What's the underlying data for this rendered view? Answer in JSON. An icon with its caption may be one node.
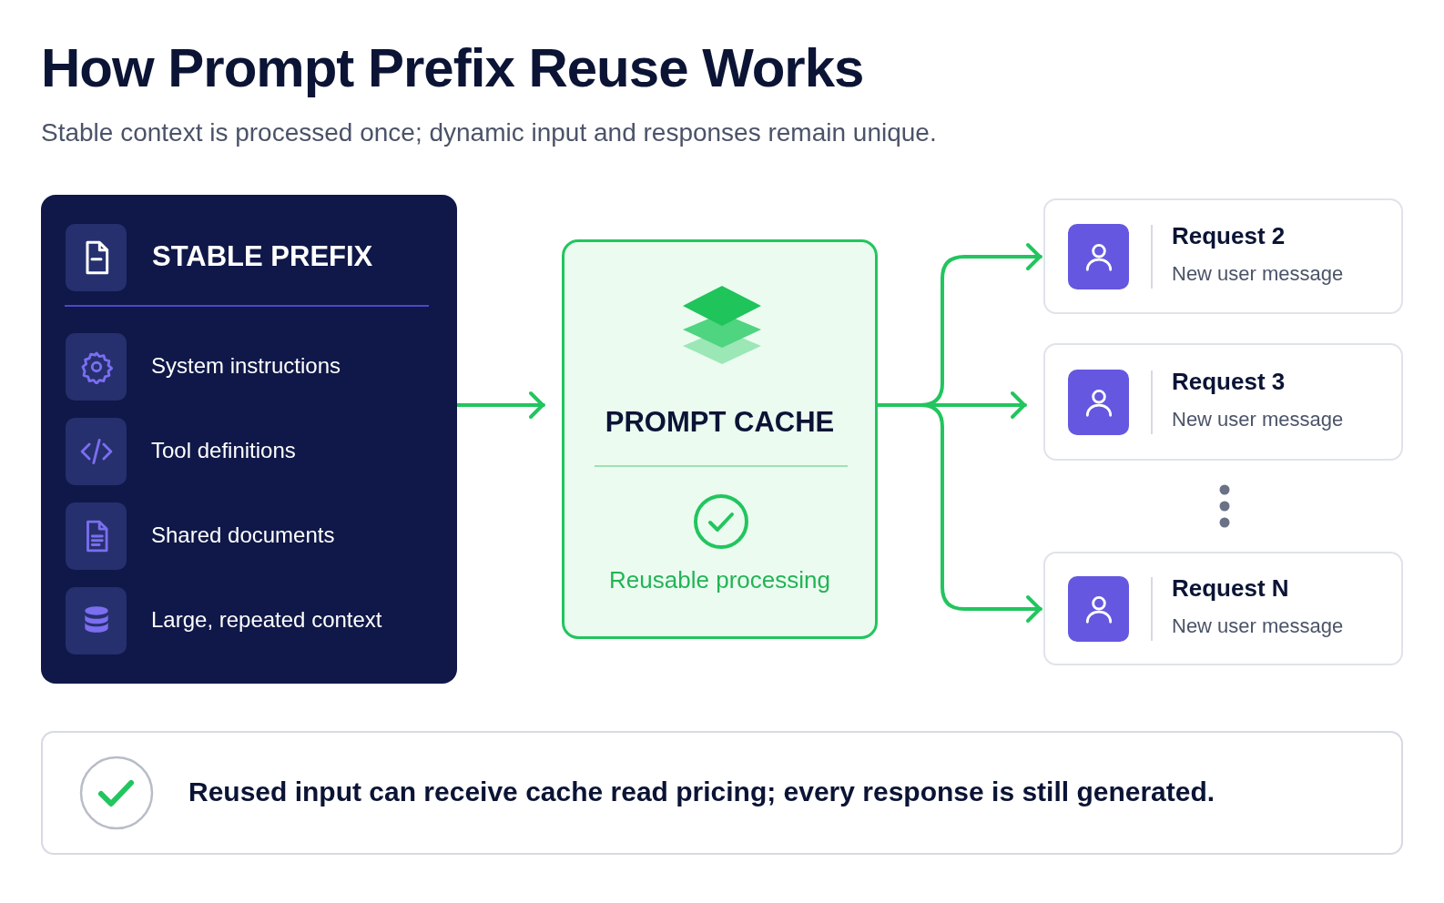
{
  "diagram": {
    "title": "How Prompt Prefix Reuse Works",
    "caption": "Stable context is processed once; dynamic input and responses remain unique.",
    "nodes": [
      {
        "text": [
          "STABLE PREFIX"
        ]
      },
      {
        "text": [
          "System instructions"
        ],
        "in": 0
      },
      {
        "text": [
          "Tool definitions"
        ],
        "in": 0
      },
      {
        "text": [
          "Shared documents"
        ],
        "in": 0
      },
      {
        "text": [
          "Large, repeated context"
        ],
        "in": 0
      },
      {
        "text": [
          "PROMPT CACHE",
          "Reusable processing"
        ]
      },
      {
        "text": [
          "Request 2",
          "New user message"
        ]
      },
      {
        "text": [
          "Request 3",
          "New user message"
        ]
      },
      {
        "text": [
          "Request N",
          "New user message"
        ]
      },
      {
        "text": [
          "Reused input can receive cache read pricing; every response is still generated."
        ]
      }
    ],
    "edges": [
      {
        "from": 0,
        "to": 5,
        "arrow": "to"
      },
      {
        "from": 5,
        "to": 6,
        "arrow": "to"
      },
      {
        "from": 5,
        "to": 7,
        "arrow": "to"
      },
      {
        "from": 5,
        "to": 8,
        "arrow": "to"
      }
    ]
  }
}
